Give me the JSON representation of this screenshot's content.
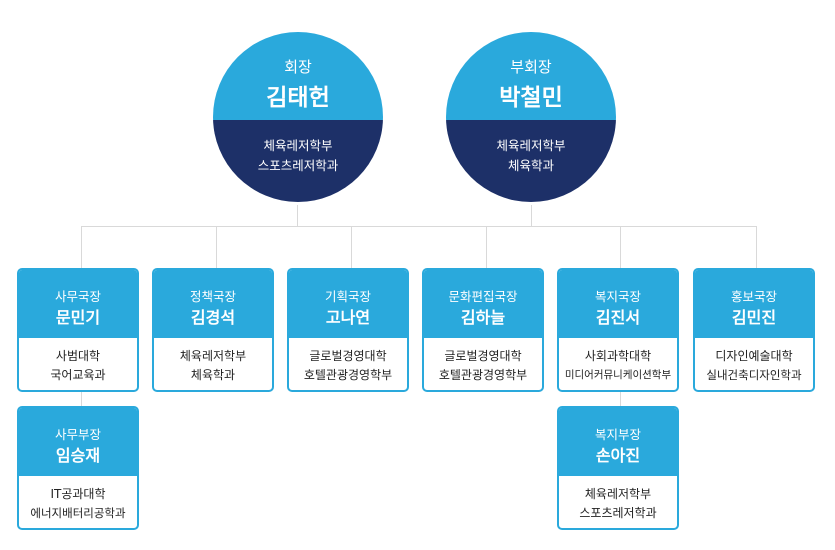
{
  "leaders": [
    {
      "role": "회장",
      "name": "김태헌",
      "dept1": "체육레저학부",
      "dept2": "스포츠레저학과"
    },
    {
      "role": "부회장",
      "name": "박철민",
      "dept1": "체육레저학부",
      "dept2": "체육학과"
    }
  ],
  "directors": [
    {
      "role": "사무국장",
      "name": "문민기",
      "dept1": "사범대학",
      "dept2": "국어교육과"
    },
    {
      "role": "정책국장",
      "name": "김경석",
      "dept1": "체육레저학부",
      "dept2": "체육학과"
    },
    {
      "role": "기획국장",
      "name": "고나연",
      "dept1": "글로벌경영대학",
      "dept2": "호텔관광경영학부"
    },
    {
      "role": "문화편집국장",
      "name": "김하늘",
      "dept1": "글로벌경영대학",
      "dept2": "호텔관광경영학부"
    },
    {
      "role": "복지국장",
      "name": "김진서",
      "dept1": "사회과학대학",
      "dept2": "미디어커뮤니케이션학부"
    },
    {
      "role": "홍보국장",
      "name": "김민진",
      "dept1": "디자인예술대학",
      "dept2": "실내건축디자인학과"
    }
  ],
  "deputies": [
    {
      "role": "사무부장",
      "name": "임승재",
      "dept1": "IT공과대학",
      "dept2": "에너지배터리공학과"
    },
    {
      "role": "복지부장",
      "name": "손아진",
      "dept1": "체육레저학부",
      "dept2": "스포츠레저학과"
    }
  ]
}
